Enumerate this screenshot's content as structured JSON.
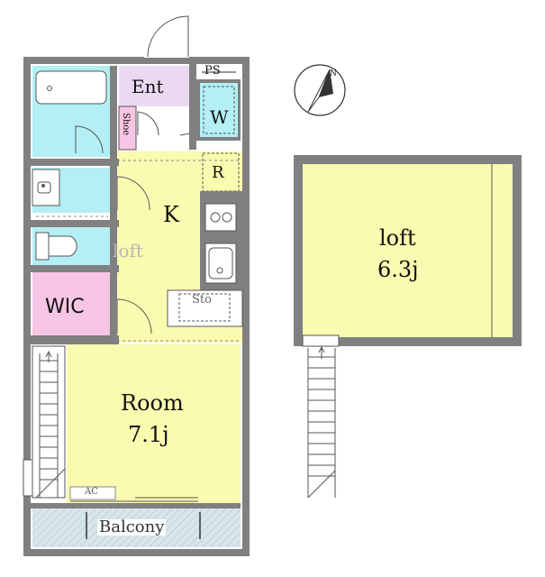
{
  "compass": {
    "north_letter": "N"
  },
  "labels": {
    "ps": "PS",
    "entrance": "Ent",
    "shoe": "Shoe",
    "washer": "W",
    "fridge": "R",
    "kitchen": "K",
    "loft_ghost": "loft",
    "storage": "Sto",
    "wic": "WIC",
    "room": "Room",
    "room_size": "7.1j",
    "ac": "AC",
    "balcony": "Balcony",
    "loft": "loft",
    "loft_size": "6.3j"
  },
  "colors": {
    "wall": "#808080",
    "wet_area": "#b3eff4",
    "living_area": "#fafab0",
    "wic": "#f7c6e4",
    "entrance": "#ead9f0",
    "balcony": "#d7e6ea"
  },
  "icons": [
    "door-icon",
    "compass-icon",
    "stairs-icon",
    "bathtub-icon",
    "toilet-icon",
    "sink-icon",
    "stove-icon"
  ]
}
